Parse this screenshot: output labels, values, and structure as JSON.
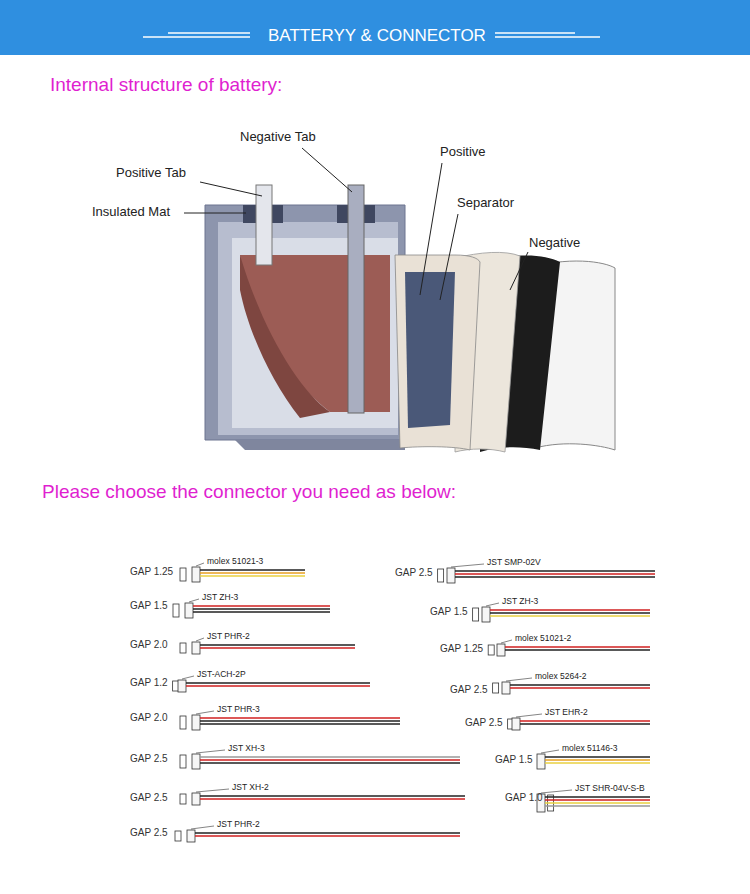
{
  "diagram": {
    "title": "BATTERYY & CONNECTOR",
    "labels": [
      "Internal structure of battery:",
      "Negative Tab",
      "Positive",
      "Positive Tab",
      "Separator",
      "Insulated Mat",
      "Negative",
      "Please choose the connector you need as below:",
      "GAP 1.25",
      "molex 51021-3",
      "GAP 1.5",
      "JST ZH-3",
      "GAP 2.0",
      "JST PHR-2",
      "GAP 1.2",
      "JST-ACH-2P",
      "GAP 2.0",
      "JST PHR-3",
      "GAP 2.5",
      "JST XH-3",
      "GAP 2.5",
      "JST XH-2",
      "GAP 2.5",
      "JST PHR-2",
      "GAP 2.5",
      "JST SMP-02V",
      "GAP 1.5",
      "JST ZH-3",
      "GAP 1.25",
      "molex 51021-2",
      "GAP 2.5",
      "molex 5264-2",
      "GAP 2.5",
      "JST EHR-2",
      "GAP 1.5",
      "molex 51146-3",
      "GAP 1.0",
      "JST SHR-04V-S-B"
    ]
  }
}
